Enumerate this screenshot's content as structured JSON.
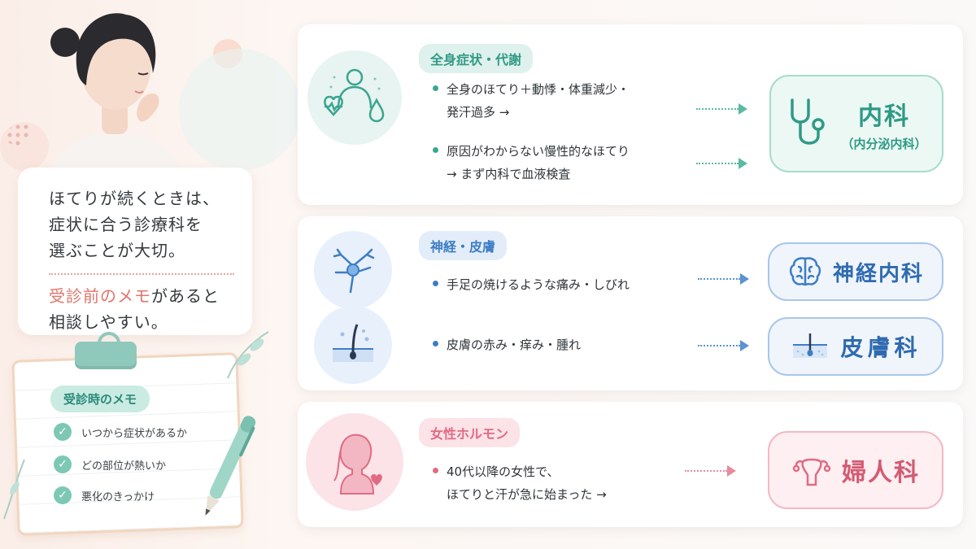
{
  "left": {
    "speech_lines": [
      "ほてりが続くときは、",
      "症状に合う診療科を",
      "選ぶことが大切。"
    ],
    "speech_highlight": "受診前のメモ",
    "speech_after_highlight": "があると",
    "speech_last": "相談しやすい。"
  },
  "memo": {
    "title": "受診時のメモ",
    "items": [
      "いつから症状があるか",
      "どの部位が熱いか",
      "悪化のきっかけ"
    ]
  },
  "cards": {
    "metabolic": {
      "label": "全身症状・代謝",
      "bullet1_line1": "全身のほてり＋動悸・体重減少・",
      "bullet1_line2": "発汗過多 →",
      "bullet2_line1": "原因がわからない慢性的なほてり",
      "bullet2_line2": "→ まず内科で血液検査",
      "dept_name": "内科",
      "dept_sub": "（内分泌内科）",
      "accent": "#2e9a85"
    },
    "nerve_skin": {
      "label": "神経・皮膚",
      "bullet1": "手足の焼けるような痛み・しびれ",
      "bullet2": "皮膚の赤み・痒み・腫れ",
      "dept1": "神経内科",
      "dept2": "皮膚科",
      "accent": "#3d7dc4"
    },
    "hormone": {
      "label": "女性ホルモン",
      "bullet1_line1": "40代以降の女性で、",
      "bullet1_line2": "ほてりと汗が急に始まった →",
      "dept": "婦人科",
      "accent": "#e06b82"
    }
  },
  "icons": {
    "card1": [
      "person-heart-drop-icon",
      "stethoscope-icon"
    ],
    "card2": [
      "neuron-icon",
      "skin-hair-icon",
      "brain-icon",
      "skin-layer-icon"
    ],
    "card3": [
      "woman-silhouette-icon",
      "uterus-icon"
    ]
  }
}
